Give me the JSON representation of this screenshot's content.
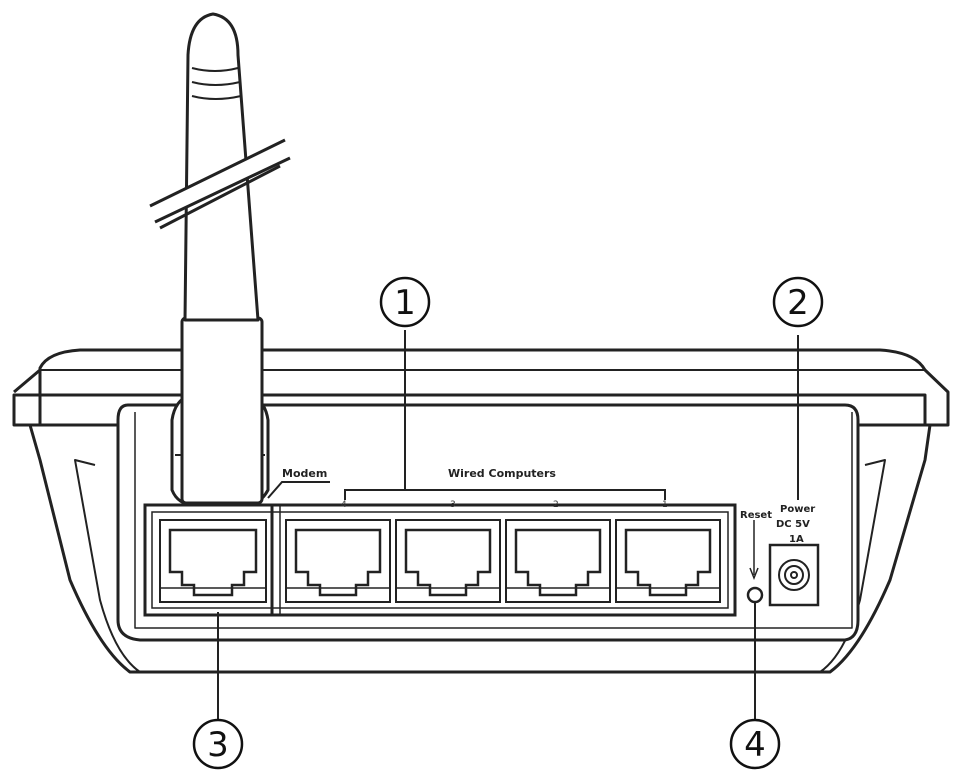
{
  "labels": {
    "modem": "Modem",
    "wired_computers": "Wired Computers",
    "reset": "Reset",
    "power_line1": "Power",
    "power_line2": "DC  5V",
    "power_line3": "1A"
  },
  "port_numbers": [
    "4",
    "3",
    "2",
    "1"
  ],
  "callouts": [
    "1",
    "2",
    "3",
    "4"
  ]
}
